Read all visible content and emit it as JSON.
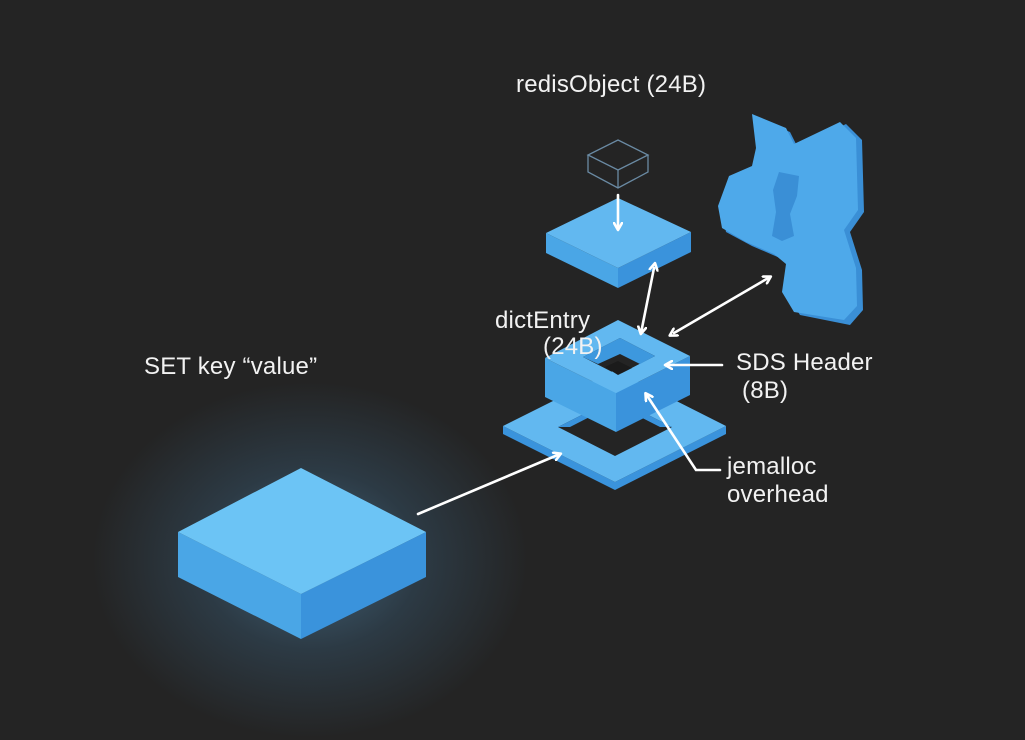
{
  "diagram": {
    "title": "Redis memory layout for SET key \"value\"",
    "colors": {
      "background": "#242424",
      "block_top": "#6cc4f5",
      "block_left": "#4aa6e6",
      "block_right": "#3a93dc",
      "outline_cube": "#6a8aa3",
      "arrow": "#ffffff",
      "text": "#f2f2f2"
    },
    "labels": {
      "command": "SET key “value”",
      "redis_object": "redisObject (24B)",
      "dict_entry_line1": "dictEntry",
      "dict_entry_line2": "(24B)",
      "sds_header_line1": "SDS Header",
      "sds_header_line2": "(8B)",
      "jemalloc_line1": "jemalloc",
      "jemalloc_line2": "overhead"
    },
    "nodes": [
      {
        "id": "command-block",
        "kind": "solid-block",
        "caption": "SET key “value”"
      },
      {
        "id": "redis-object-outline",
        "kind": "wireframe-cube",
        "caption": "redisObject (24B)"
      },
      {
        "id": "redis-object-block",
        "kind": "solid-block"
      },
      {
        "id": "dict-entry-frame",
        "kind": "hollow-block",
        "caption": "dictEntry (24B)"
      },
      {
        "id": "jemalloc-frame",
        "kind": "flat-frame",
        "caption": "jemalloc overhead"
      },
      {
        "id": "fragment-shape",
        "kind": "irregular-fragment"
      }
    ],
    "edges": [
      {
        "from": "command-block",
        "to": "jemalloc-frame",
        "style": "single-arrow"
      },
      {
        "from": "redis-object-outline",
        "to": "redis-object-block",
        "style": "single-arrow"
      },
      {
        "from": "redis-object-block",
        "to": "dict-entry-frame",
        "style": "double-arrow"
      },
      {
        "from": "dict-entry-frame",
        "to": "fragment-shape",
        "style": "double-arrow"
      },
      {
        "from": "SDS Header",
        "to": "dict-entry-frame",
        "style": "single-arrow"
      },
      {
        "from": "jemalloc overhead",
        "to": "dict-entry-frame",
        "style": "elbow-arrow"
      }
    ]
  }
}
